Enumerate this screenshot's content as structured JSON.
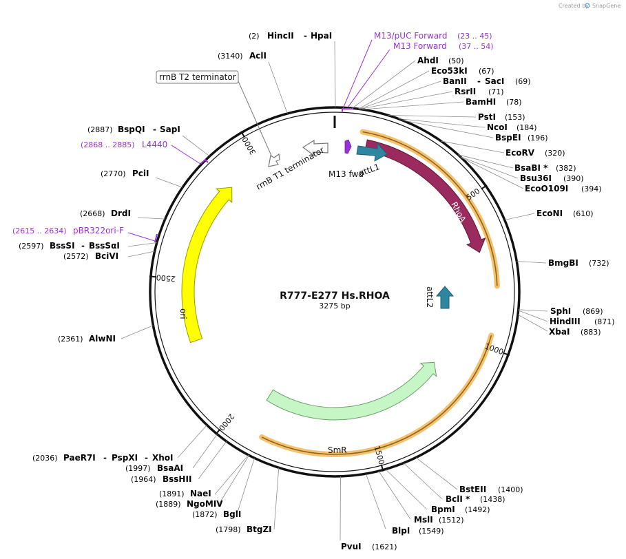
{
  "credit": {
    "text": "Created by",
    "brand": "SnapGene"
  },
  "plasmid": {
    "name": "R777-E277 Hs.RHOA",
    "size_label": "3275 bp",
    "length": 3275
  },
  "tick_labels": [
    {
      "bp": 500,
      "text": "500"
    },
    {
      "bp": 1000,
      "text": "1000"
    },
    {
      "bp": 1500,
      "text": "1500"
    },
    {
      "bp": 2000,
      "text": "2000"
    },
    {
      "bp": 2500,
      "text": "2500"
    },
    {
      "bp": 3000,
      "text": "3000"
    }
  ],
  "enzymes": [
    {
      "name": "HincII",
      "name2": "HpaI",
      "pos": "(2)",
      "bp": 2,
      "side": "c"
    },
    {
      "name": "AclI",
      "pos": "(3140)",
      "bp": 3140,
      "side": "l"
    },
    {
      "name": "BspQI",
      "name2": "SapI",
      "pos": "(2887)",
      "bp": 2887,
      "side": "l"
    },
    {
      "name": "PciI",
      "pos": "(2770)",
      "bp": 2770,
      "side": "l"
    },
    {
      "name": "DrdI",
      "pos": "(2668)",
      "bp": 2668,
      "side": "l"
    },
    {
      "name": "BssSI",
      "name2": "BssSαI",
      "pos": "(2597)",
      "bp": 2597,
      "side": "l"
    },
    {
      "name": "BciVI",
      "pos": "(2572)",
      "bp": 2572,
      "side": "l"
    },
    {
      "name": "AlwNI",
      "pos": "(2361)",
      "bp": 2361,
      "side": "l"
    },
    {
      "name": "PaeR7I",
      "name2": "PspXI",
      "name3": "XhoI",
      "pos": "(2036)",
      "bp": 2036,
      "side": "l"
    },
    {
      "name": "BsaAI",
      "pos": "(1997)",
      "bp": 1997,
      "side": "l"
    },
    {
      "name": "BssHII",
      "pos": "(1964)",
      "bp": 1964,
      "side": "l"
    },
    {
      "name": "NaeI",
      "pos": "(1891)",
      "bp": 1891,
      "side": "l"
    },
    {
      "name": "NgoMIV",
      "pos": "(1889)",
      "bp": 1889,
      "side": "l"
    },
    {
      "name": "BglI",
      "pos": "(1872)",
      "bp": 1872,
      "side": "l"
    },
    {
      "name": "BtgZI",
      "pos": "(1798)",
      "bp": 1798,
      "side": "l"
    },
    {
      "name": "PvuI",
      "pos": "(1621)",
      "bp": 1621,
      "side": "r"
    },
    {
      "name": "BlpI",
      "pos": "(1549)",
      "bp": 1549,
      "side": "r"
    },
    {
      "name": "MslI",
      "pos": "(1512)",
      "bp": 1512,
      "side": "r"
    },
    {
      "name": "BpmI",
      "pos": "(1492)",
      "bp": 1492,
      "side": "r"
    },
    {
      "name": "BclI *",
      "pos": "(1438)",
      "bp": 1438,
      "side": "r"
    },
    {
      "name": "BstEII",
      "pos": "(1400)",
      "bp": 1400,
      "side": "r"
    },
    {
      "name": "XbaI",
      "pos": "(883)",
      "bp": 883,
      "side": "r"
    },
    {
      "name": "HindIII",
      "pos": "(871)",
      "bp": 871,
      "side": "r"
    },
    {
      "name": "SphI",
      "pos": "(869)",
      "bp": 869,
      "side": "r"
    },
    {
      "name": "BmgBI",
      "pos": "(732)",
      "bp": 732,
      "side": "r"
    },
    {
      "name": "EcoNI",
      "pos": "(610)",
      "bp": 610,
      "side": "r"
    },
    {
      "name": "EcoO109I",
      "pos": "(394)",
      "bp": 394,
      "side": "r"
    },
    {
      "name": "Bsu36I",
      "pos": "(390)",
      "bp": 390,
      "side": "r"
    },
    {
      "name": "BsaBI *",
      "pos": "(382)",
      "bp": 382,
      "side": "r"
    },
    {
      "name": "EcoRV",
      "pos": "(320)",
      "bp": 320,
      "side": "r"
    },
    {
      "name": "BspEI",
      "pos": "(196)",
      "bp": 196,
      "side": "r"
    },
    {
      "name": "NcoI",
      "pos": "(184)",
      "bp": 184,
      "side": "r"
    },
    {
      "name": "PstI",
      "pos": "(153)",
      "bp": 153,
      "side": "r"
    },
    {
      "name": "BamHI",
      "pos": "(78)",
      "bp": 78,
      "side": "r"
    },
    {
      "name": "RsrII",
      "pos": "(71)",
      "bp": 71,
      "side": "r"
    },
    {
      "name": "BanII",
      "name2": "SacI",
      "pos": "(69)",
      "bp": 69,
      "side": "r"
    },
    {
      "name": "Eco53kI",
      "pos": "(67)",
      "bp": 67,
      "side": "r"
    },
    {
      "name": "AhdI",
      "pos": "(50)",
      "bp": 50,
      "side": "r"
    }
  ],
  "primers": [
    {
      "name": "M13/pUC Forward",
      "pos": "(23 .. 45)",
      "start": 23,
      "end": 45
    },
    {
      "name": "M13 Forward",
      "pos": "(37 .. 54)",
      "start": 37,
      "end": 54
    },
    {
      "name": "L4440",
      "pos": "(2868 .. 2885)",
      "start": 2868,
      "end": 2885
    },
    {
      "name": "pBR322ori-F",
      "pos": "(2615 .. 2634)",
      "start": 2615,
      "end": 2634
    }
  ],
  "features": [
    {
      "name": "RhoA",
      "type": "CDS",
      "start": 110,
      "end": 680,
      "color": "#9b2b5e"
    },
    {
      "name": "SmR",
      "type": "marker",
      "start": 1140,
      "end": 1930,
      "color": "#c6f5c6"
    },
    {
      "name": "ori",
      "type": "origin",
      "start": 2280,
      "end": 2870,
      "color": "#ffff00"
    },
    {
      "name": "attL1",
      "color": "#2e86a0"
    },
    {
      "name": "attL2",
      "color": "#2e86a0"
    },
    {
      "name": "M13 fwd",
      "color": "#9b30d9"
    },
    {
      "name": "rrnB T1 terminator",
      "color": "#ffffff"
    },
    {
      "name": "rrnB T2 terminator",
      "color": "#ffffff"
    }
  ],
  "colors": {
    "backbone": "#111111",
    "orf_arc": "#f5c16c",
    "primer": "#9b30d9",
    "enzyme_line": "#8c8c8c"
  }
}
